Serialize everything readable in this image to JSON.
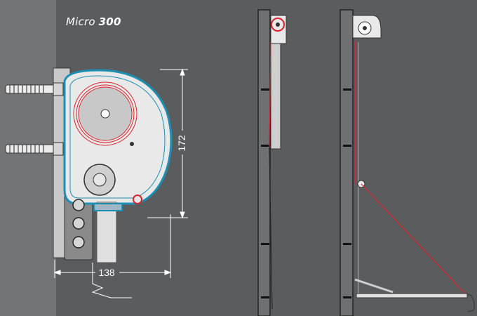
{
  "title": {
    "model_name": "Micro",
    "model_number": "300"
  },
  "dimensions": {
    "height_label": "172",
    "width_label": "138"
  },
  "colors": {
    "background": "#5b5c5e",
    "wall": "#737476",
    "housing_outline": "#1d8fb3",
    "spring": "#d9232e",
    "housing_fill": "#e9e9e9",
    "dimension_lines": "#ffffff"
  },
  "icons": {
    "anchor_bolt": "anchor-bolt-icon",
    "spring_roll": "spring-roll-icon"
  }
}
